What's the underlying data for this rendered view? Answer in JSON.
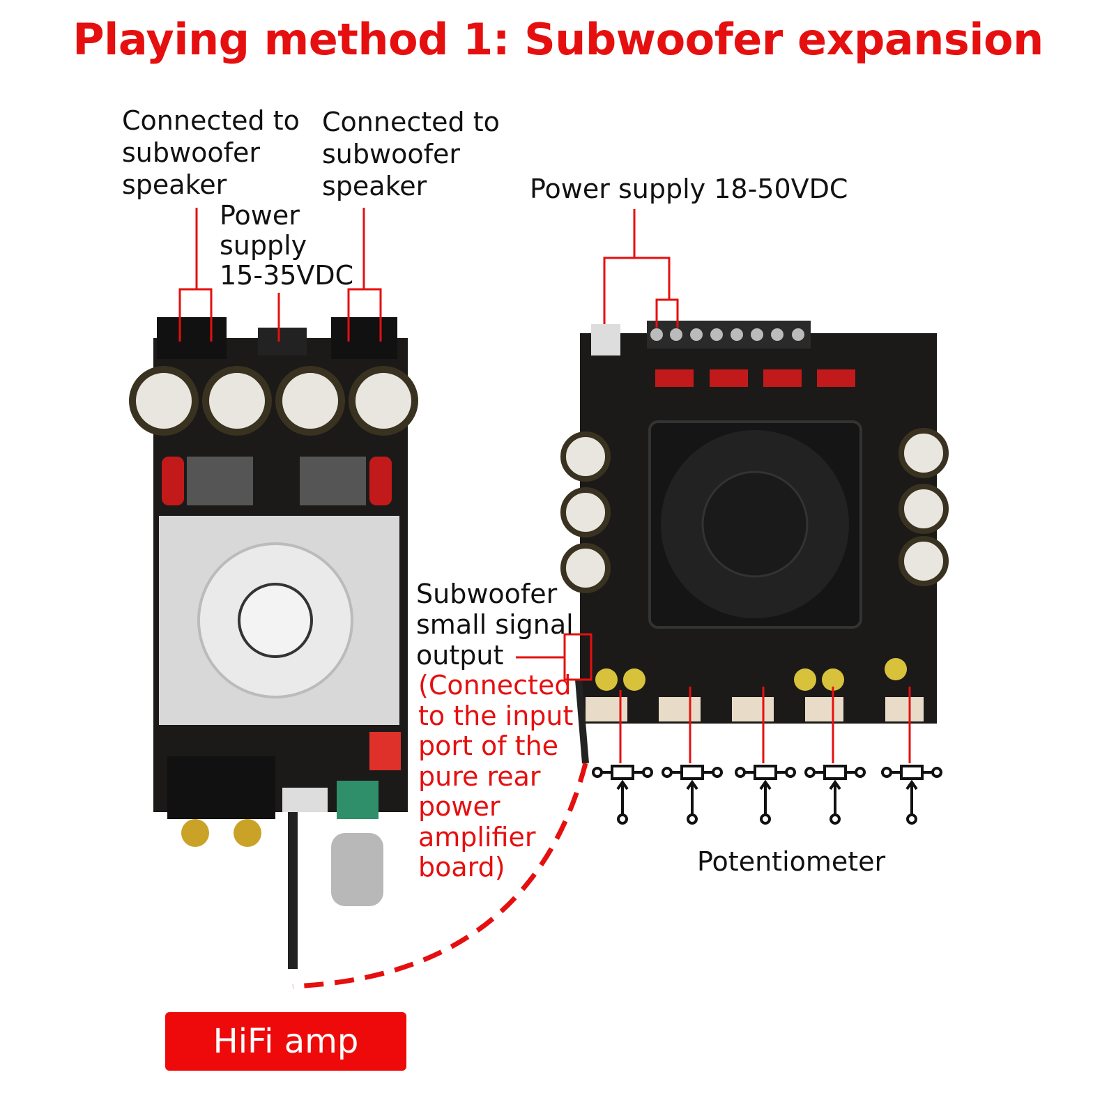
{
  "title": "Playing method 1: Subwoofer expansion",
  "labels": {
    "left_speaker_1": "Connected to\nsubwoofer\nspeaker",
    "left_speaker_2": "Connected to\nsubwoofer\nspeaker",
    "left_power": "Power\nsupply\n15-35VDC",
    "right_power": "Power supply 18-50VDC",
    "sub_output": "Subwoofer\nsmall signal\noutput",
    "sub_output_note": "(Connected\nto the input\nport of the\npure rear\npower\namplifier\nboard)",
    "potentiometer": "Potentiometer",
    "hifi_amp": "HiFi amp"
  },
  "colors": {
    "accent": "#e60f0f",
    "pcb": "#1c1a18",
    "heatsink": "#d8d8d8"
  }
}
